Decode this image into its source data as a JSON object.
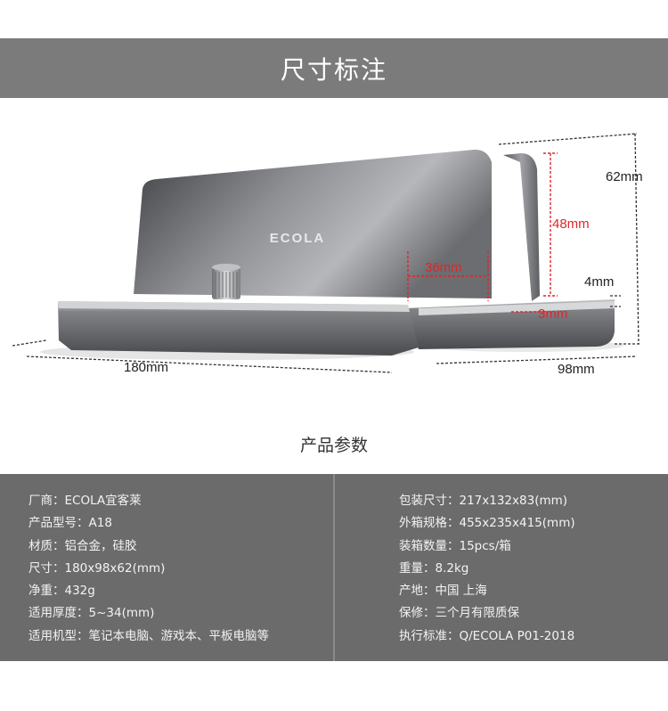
{
  "header": {
    "title": "尺寸标注"
  },
  "dimensions": {
    "height": "62mm",
    "back_height": "48mm",
    "slot_depth": "36mm",
    "base_thickness": "4mm",
    "gap": "3mm",
    "width": "180mm",
    "depth": "98mm"
  },
  "product": {
    "logo": "ECOLA"
  },
  "params": {
    "title": "产品参数",
    "left": [
      {
        "label": "厂商：",
        "value": "ECOLA宜客莱"
      },
      {
        "label": "产品型号：",
        "value": "A18"
      },
      {
        "label": "材质：",
        "value": "铝合金，硅胶"
      },
      {
        "label": "尺寸：",
        "value": "180x98x62(mm)"
      },
      {
        "label": "净重：",
        "value": "432g"
      },
      {
        "label": "适用厚度：",
        "value": "5~34(mm)"
      },
      {
        "label": "适用机型：",
        "value": "笔记本电脑、游戏本、平板电脑等"
      }
    ],
    "right": [
      {
        "label": "包装尺寸：",
        "value": "217x132x83(mm)"
      },
      {
        "label": "外箱规格：",
        "value": "455x235x415(mm)"
      },
      {
        "label": "装箱数量：",
        "value": "15pcs/箱"
      },
      {
        "label": "重量：",
        "value": "8.2kg"
      },
      {
        "label": "产地：",
        "value": "中国 上海"
      },
      {
        "label": "保修：",
        "value": "三个月有限质保"
      },
      {
        "label": "执行标准：",
        "value": "Q/ECOLA P01-2018"
      }
    ]
  },
  "colors": {
    "banner": "#7b7b7b",
    "specs_bg": "#6b6b6b",
    "dimension_red": "#e0252a"
  }
}
